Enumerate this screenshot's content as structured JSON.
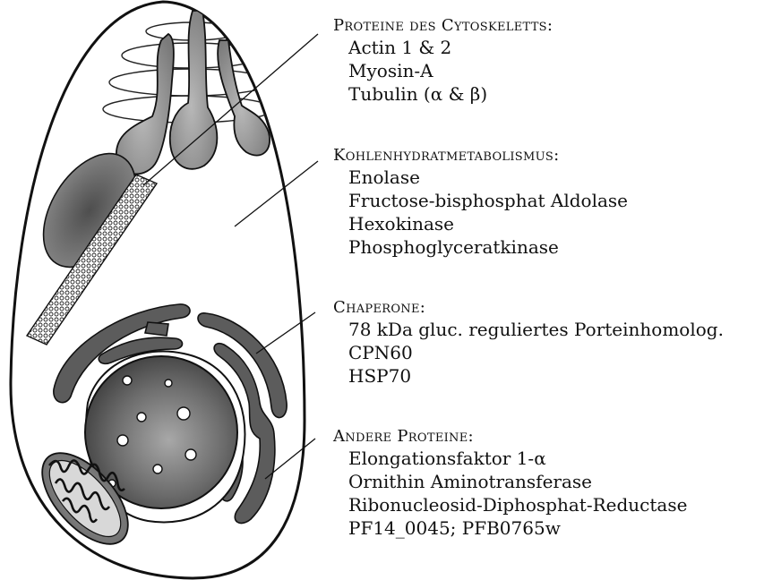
{
  "groups": [
    {
      "title": "Proteine des Cytoskeletts:",
      "items": [
        "Actin 1 & 2",
        "Myosin-A",
        "Tubulin (α & β)"
      ]
    },
    {
      "title": "Kohlenhydratmetabolismus:",
      "items": [
        "Enolase",
        "Fructose-bisphosphat Aldolase",
        "Hexokinase",
        "Phosphoglyceratkinase"
      ]
    },
    {
      "title": "Chaperone:",
      "items": [
        "78 kDa gluc. reguliertes Porteinhomolog.",
        "CPN60",
        "HSP70"
      ]
    },
    {
      "title": "Andere Proteine:",
      "items": [
        "Elongationsfaktor 1-α",
        "Ornithin Aminotransferase",
        "Ribonucleosid-Diphosphat-Reductase",
        "PF14_0045; PFB0765w"
      ]
    }
  ],
  "colors": {
    "outline": "#111111",
    "organelle_gray": "#8a8a8a",
    "er_dark": "#5a5a5a",
    "nucleus_gray": "#6e6e6e"
  }
}
